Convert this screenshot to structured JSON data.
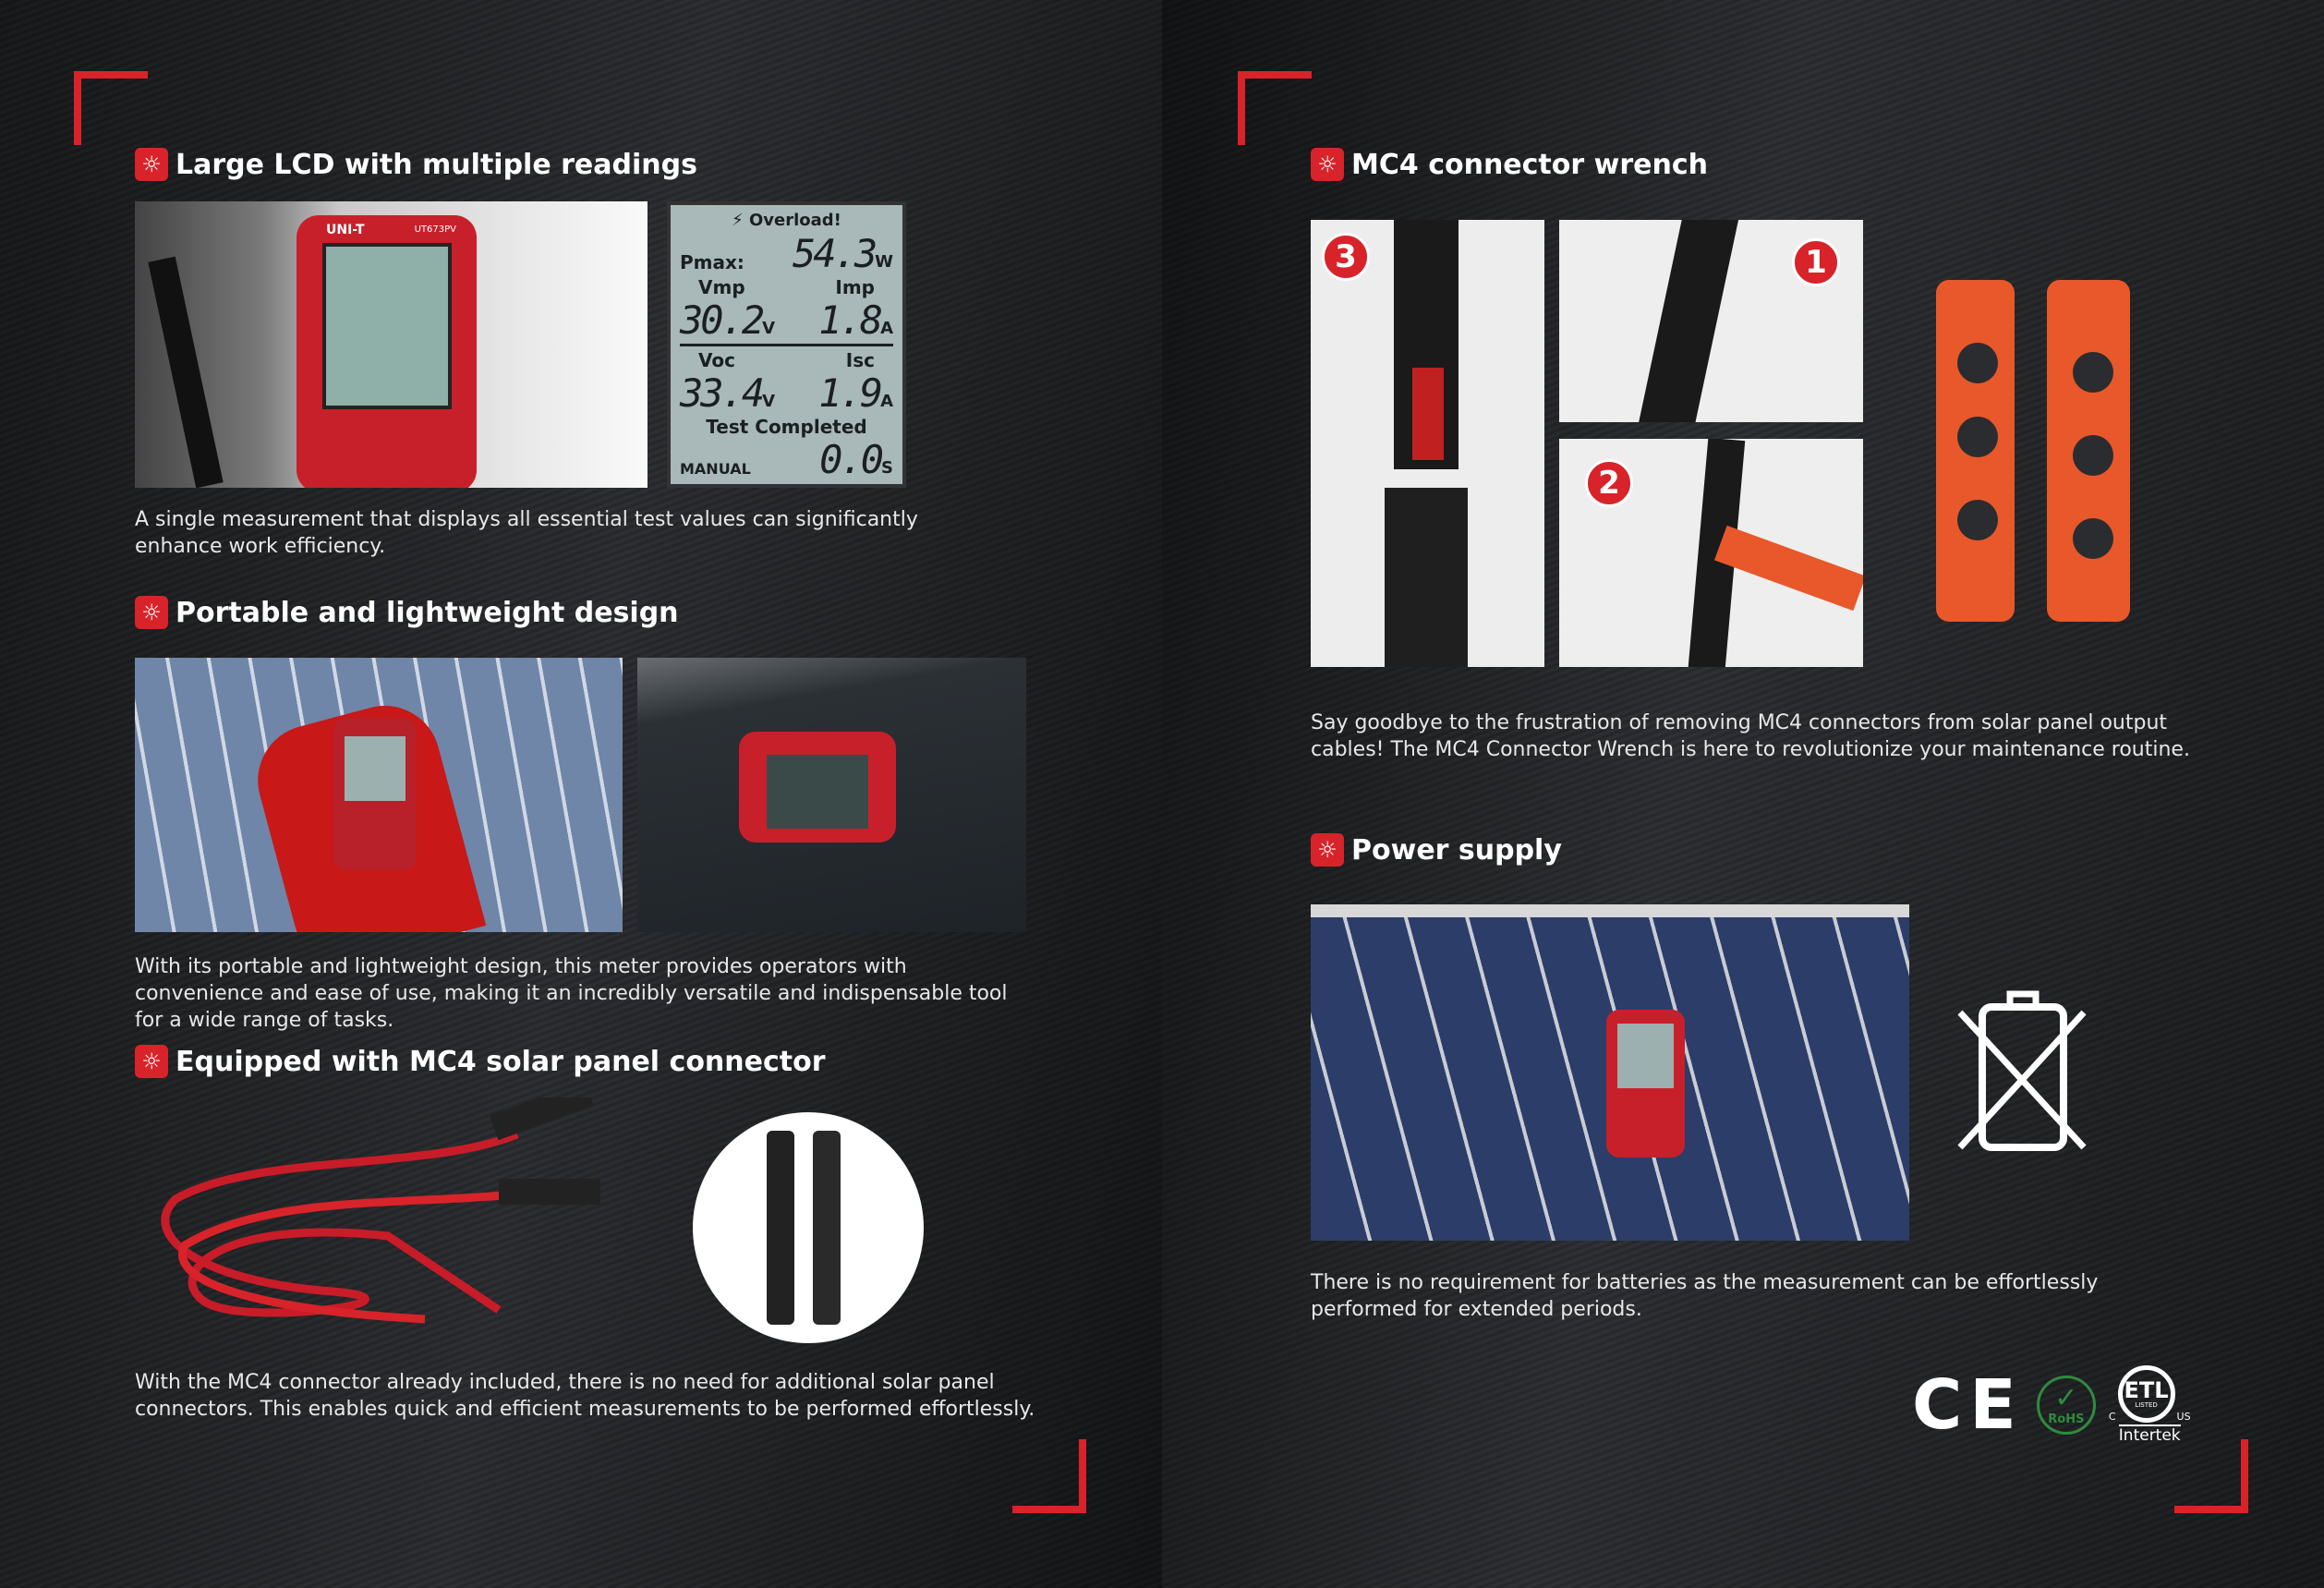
{
  "left": {
    "sections": [
      {
        "title": "Large LCD with multiple readings",
        "caption": "A single measurement that displays all essential test values can significantly enhance work efficiency."
      },
      {
        "title": "Portable and lightweight design",
        "caption": "With its portable and lightweight design, this meter provides operators with convenience and ease of use, making it an incredibly versatile and indispensable tool for a wide range of tasks."
      },
      {
        "title": "Equipped with MC4 solar panel connector",
        "caption": "With the MC4 connector already included, there is no need for additional solar panel connectors. This enables quick and efficient measurements to be performed effortlessly."
      }
    ],
    "lcd": {
      "overload": "⚡ Overload!",
      "pmax_label": "Pmax:",
      "pmax": "54.3",
      "pmax_unit": "W",
      "vmp_label": "Vmp",
      "imp_label": "Imp",
      "vmp": "30.2",
      "vmp_unit": "V",
      "imp": "1.8",
      "imp_unit": "A",
      "voc_label": "Voc",
      "isc_label": "Isc",
      "voc": "33.4",
      "voc_unit": "V",
      "isc": "1.9",
      "isc_unit": "A",
      "status": "Test Completed",
      "mode": "MANUAL",
      "time": "0.0",
      "time_unit": "S"
    },
    "meter_brand": "UNI-T",
    "meter_model": "UT673PV"
  },
  "right": {
    "sections": [
      {
        "title": "MC4 connector wrench",
        "caption": "Say goodbye to the frustration of removing MC4 connectors from solar panel output cables! The MC4 Connector Wrench is here to revolutionize your maintenance routine."
      },
      {
        "title": "Power supply",
        "caption": "There is no requirement for batteries as the measurement can be effortlessly performed for extended periods."
      }
    ],
    "steps": [
      "3",
      "1",
      "2"
    ],
    "certs": {
      "ce": "CE",
      "rohs": "RoHS",
      "etl": "ETL",
      "etl_c": "C",
      "etl_us": "US",
      "etl_listed": "LISTED",
      "intertek": "Intertek"
    }
  },
  "colors": {
    "accent": "#d8232a",
    "wrench": "#e8582a",
    "rohs": "#2e8b3e"
  },
  "icons": {
    "heading": "lightbulb-icon",
    "no_battery": "no-battery-icon"
  }
}
